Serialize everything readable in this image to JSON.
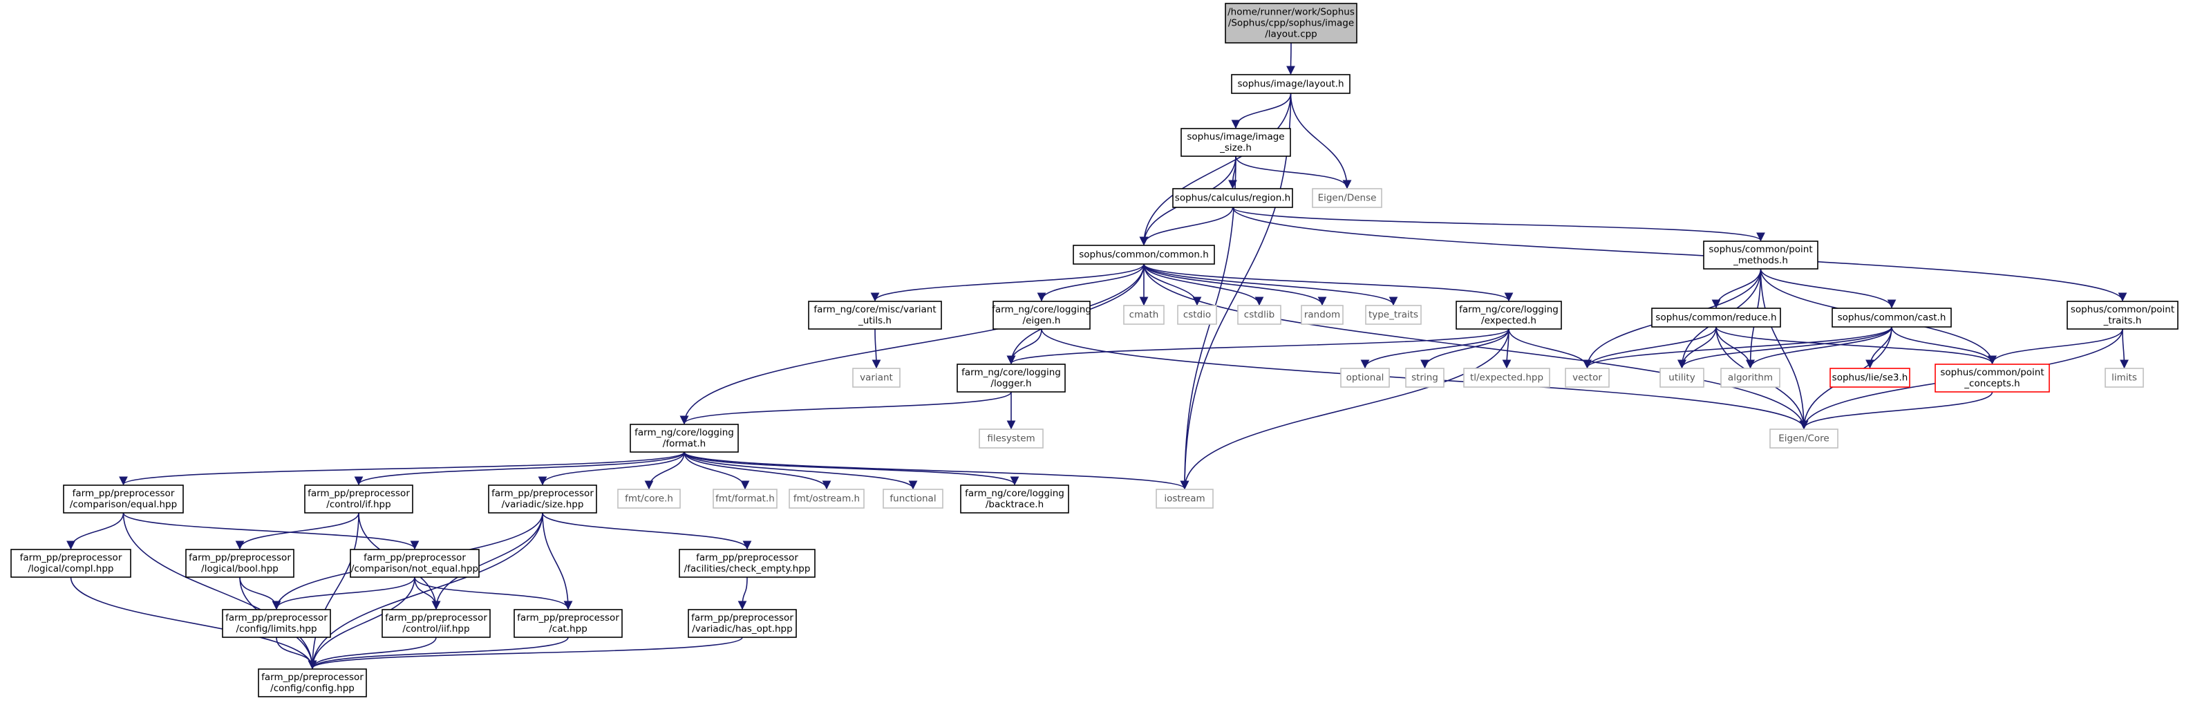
{
  "graph": {
    "kind": "include-dependency-graph",
    "colors": {
      "root_fill": "#bfbfbf",
      "edge": "#191970",
      "box_border": "#000000",
      "external_border": "#bfbfbf",
      "undocumented_border": "#ff0000"
    },
    "nodes": [
      {
        "id": "root",
        "lines": [
          "/home/runner/work/Sophus",
          "/Sophus/cpp/sophus/image",
          "/layout.cpp"
        ],
        "kind": "root"
      },
      {
        "id": "layout",
        "lines": [
          "sophus/image/layout.h"
        ],
        "kind": "doc"
      },
      {
        "id": "imgsize",
        "lines": [
          "sophus/image/image",
          "_size.h"
        ],
        "kind": "doc"
      },
      {
        "id": "dense",
        "lines": [
          "Eigen/Dense"
        ],
        "kind": "sys"
      },
      {
        "id": "region",
        "lines": [
          "sophus/calculus/region.h"
        ],
        "kind": "doc"
      },
      {
        "id": "common",
        "lines": [
          "sophus/common/common.h"
        ],
        "kind": "doc"
      },
      {
        "id": "pmethods",
        "lines": [
          "sophus/common/point",
          "_methods.h"
        ],
        "kind": "doc"
      },
      {
        "id": "ptraits",
        "lines": [
          "sophus/common/point",
          "_traits.h"
        ],
        "kind": "doc"
      },
      {
        "id": "reduce",
        "lines": [
          "sophus/common/reduce.h"
        ],
        "kind": "doc"
      },
      {
        "id": "cast",
        "lines": [
          "sophus/common/cast.h"
        ],
        "kind": "doc"
      },
      {
        "id": "se3",
        "lines": [
          "sophus/lie/se3.h"
        ],
        "kind": "undoc"
      },
      {
        "id": "pconcepts",
        "lines": [
          "sophus/common/point",
          "_concepts.h"
        ],
        "kind": "undoc"
      },
      {
        "id": "limits",
        "lines": [
          "limits"
        ],
        "kind": "sys"
      },
      {
        "id": "vector",
        "lines": [
          "vector"
        ],
        "kind": "sys"
      },
      {
        "id": "utility",
        "lines": [
          "utility"
        ],
        "kind": "sys"
      },
      {
        "id": "algorithm",
        "lines": [
          "algorithm"
        ],
        "kind": "sys"
      },
      {
        "id": "eigencore",
        "lines": [
          "Eigen/Core"
        ],
        "kind": "sys"
      },
      {
        "id": "variantutils",
        "lines": [
          "farm_ng/core/misc/variant",
          "_utils.h"
        ],
        "kind": "doc"
      },
      {
        "id": "variant",
        "lines": [
          "variant"
        ],
        "kind": "sys"
      },
      {
        "id": "logeigen",
        "lines": [
          "farm_ng/core/logging",
          "/eigen.h"
        ],
        "kind": "doc"
      },
      {
        "id": "cmath",
        "lines": [
          "cmath"
        ],
        "kind": "sys"
      },
      {
        "id": "cstdio",
        "lines": [
          "cstdio"
        ],
        "kind": "sys"
      },
      {
        "id": "cstdlib",
        "lines": [
          "cstdlib"
        ],
        "kind": "sys"
      },
      {
        "id": "random",
        "lines": [
          "random"
        ],
        "kind": "sys"
      },
      {
        "id": "typetraits",
        "lines": [
          "type_traits"
        ],
        "kind": "sys"
      },
      {
        "id": "expected",
        "lines": [
          "farm_ng/core/logging",
          "/expected.h"
        ],
        "kind": "doc"
      },
      {
        "id": "optional",
        "lines": [
          "optional"
        ],
        "kind": "sys"
      },
      {
        "id": "string",
        "lines": [
          "string"
        ],
        "kind": "sys"
      },
      {
        "id": "tlexpected",
        "lines": [
          "tl/expected.hpp"
        ],
        "kind": "sys"
      },
      {
        "id": "logger",
        "lines": [
          "farm_ng/core/logging",
          "/logger.h"
        ],
        "kind": "doc"
      },
      {
        "id": "filesystem",
        "lines": [
          "filesystem"
        ],
        "kind": "sys"
      },
      {
        "id": "format",
        "lines": [
          "farm_ng/core/logging",
          "/format.h"
        ],
        "kind": "doc"
      },
      {
        "id": "fmtcore",
        "lines": [
          "fmt/core.h"
        ],
        "kind": "sys"
      },
      {
        "id": "fmtformat",
        "lines": [
          "fmt/format.h"
        ],
        "kind": "sys"
      },
      {
        "id": "fmtostream",
        "lines": [
          "fmt/ostream.h"
        ],
        "kind": "sys"
      },
      {
        "id": "functional",
        "lines": [
          "functional"
        ],
        "kind": "sys"
      },
      {
        "id": "backtrace",
        "lines": [
          "farm_ng/core/logging",
          "/backtrace.h"
        ],
        "kind": "doc"
      },
      {
        "id": "iostream",
        "lines": [
          "iostream"
        ],
        "kind": "sys"
      },
      {
        "id": "cmpequal",
        "lines": [
          "farm_pp/preprocessor",
          "/comparison/equal.hpp"
        ],
        "kind": "doc"
      },
      {
        "id": "ctrlif",
        "lines": [
          "farm_pp/preprocessor",
          "/control/if.hpp"
        ],
        "kind": "doc"
      },
      {
        "id": "varsize",
        "lines": [
          "farm_pp/preprocessor",
          "/variadic/size.hpp"
        ],
        "kind": "doc"
      },
      {
        "id": "compl",
        "lines": [
          "farm_pp/preprocessor",
          "/logical/compl.hpp"
        ],
        "kind": "doc"
      },
      {
        "id": "boolh",
        "lines": [
          "farm_pp/preprocessor",
          "/logical/bool.hpp"
        ],
        "kind": "doc"
      },
      {
        "id": "notequal",
        "lines": [
          "farm_pp/preprocessor",
          "/comparison/not_equal.hpp"
        ],
        "kind": "doc"
      },
      {
        "id": "checkempty",
        "lines": [
          "farm_pp/preprocessor",
          "/facilities/check_empty.hpp"
        ],
        "kind": "doc"
      },
      {
        "id": "limitshpp",
        "lines": [
          "farm_pp/preprocessor",
          "/config/limits.hpp"
        ],
        "kind": "doc"
      },
      {
        "id": "iif",
        "lines": [
          "farm_pp/preprocessor",
          "/control/iif.hpp"
        ],
        "kind": "doc"
      },
      {
        "id": "cathpp",
        "lines": [
          "farm_pp/preprocessor",
          "/cat.hpp"
        ],
        "kind": "doc"
      },
      {
        "id": "hasopt",
        "lines": [
          "farm_pp/preprocessor",
          "/variadic/has_opt.hpp"
        ],
        "kind": "doc"
      },
      {
        "id": "config",
        "lines": [
          "farm_pp/preprocessor",
          "/config/config.hpp"
        ],
        "kind": "doc"
      }
    ],
    "edges": [
      [
        "root",
        "layout"
      ],
      [
        "layout",
        "imgsize"
      ],
      [
        "layout",
        "dense"
      ],
      [
        "layout",
        "common"
      ],
      [
        "layout",
        "iostream"
      ],
      [
        "imgsize",
        "dense"
      ],
      [
        "imgsize",
        "region"
      ],
      [
        "imgsize",
        "common"
      ],
      [
        "imgsize",
        "iostream"
      ],
      [
        "region",
        "common"
      ],
      [
        "region",
        "pmethods"
      ],
      [
        "region",
        "ptraits"
      ],
      [
        "common",
        "variantutils"
      ],
      [
        "common",
        "logeigen"
      ],
      [
        "common",
        "logger"
      ],
      [
        "common",
        "format"
      ],
      [
        "common",
        "cmath"
      ],
      [
        "common",
        "cstdio"
      ],
      [
        "common",
        "cstdlib"
      ],
      [
        "common",
        "random"
      ],
      [
        "common",
        "typetraits"
      ],
      [
        "common",
        "expected"
      ],
      [
        "common",
        "eigencore"
      ],
      [
        "pmethods",
        "reduce"
      ],
      [
        "pmethods",
        "cast"
      ],
      [
        "pmethods",
        "pconcepts"
      ],
      [
        "pmethods",
        "vector"
      ],
      [
        "pmethods",
        "utility"
      ],
      [
        "pmethods",
        "algorithm"
      ],
      [
        "pmethods",
        "eigencore"
      ],
      [
        "ptraits",
        "pconcepts"
      ],
      [
        "ptraits",
        "limits"
      ],
      [
        "ptraits",
        "eigencore"
      ],
      [
        "reduce",
        "pconcepts"
      ],
      [
        "reduce",
        "vector"
      ],
      [
        "reduce",
        "utility"
      ],
      [
        "reduce",
        "algorithm"
      ],
      [
        "reduce",
        "eigencore"
      ],
      [
        "cast",
        "se3"
      ],
      [
        "cast",
        "pconcepts"
      ],
      [
        "cast",
        "vector"
      ],
      [
        "cast",
        "utility"
      ],
      [
        "cast",
        "algorithm"
      ],
      [
        "cast",
        "eigencore"
      ],
      [
        "pconcepts",
        "eigencore"
      ],
      [
        "variantutils",
        "variant"
      ],
      [
        "logeigen",
        "logger"
      ],
      [
        "logeigen",
        "eigencore"
      ],
      [
        "expected",
        "logger"
      ],
      [
        "expected",
        "optional"
      ],
      [
        "expected",
        "string"
      ],
      [
        "expected",
        "tlexpected"
      ],
      [
        "expected",
        "vector"
      ],
      [
        "expected",
        "iostream"
      ],
      [
        "logger",
        "format"
      ],
      [
        "logger",
        "filesystem"
      ],
      [
        "format",
        "cmpequal"
      ],
      [
        "format",
        "ctrlif"
      ],
      [
        "format",
        "varsize"
      ],
      [
        "format",
        "fmtcore"
      ],
      [
        "format",
        "fmtformat"
      ],
      [
        "format",
        "fmtostream"
      ],
      [
        "format",
        "functional"
      ],
      [
        "format",
        "backtrace"
      ],
      [
        "format",
        "iostream"
      ],
      [
        "cmpequal",
        "compl"
      ],
      [
        "cmpequal",
        "notequal"
      ],
      [
        "cmpequal",
        "config"
      ],
      [
        "ctrlif",
        "boolh"
      ],
      [
        "ctrlif",
        "iif"
      ],
      [
        "ctrlif",
        "config"
      ],
      [
        "varsize",
        "limitshpp"
      ],
      [
        "varsize",
        "iif"
      ],
      [
        "varsize",
        "cathpp"
      ],
      [
        "varsize",
        "checkempty"
      ],
      [
        "varsize",
        "config"
      ],
      [
        "compl",
        "config"
      ],
      [
        "boolh",
        "limitshpp"
      ],
      [
        "boolh",
        "config"
      ],
      [
        "notequal",
        "limitshpp"
      ],
      [
        "notequal",
        "iif"
      ],
      [
        "notequal",
        "cathpp"
      ],
      [
        "notequal",
        "config"
      ],
      [
        "checkempty",
        "hasopt"
      ],
      [
        "hasopt",
        "config"
      ],
      [
        "limitshpp",
        "config"
      ],
      [
        "iif",
        "config"
      ],
      [
        "cathpp",
        "config"
      ]
    ]
  }
}
